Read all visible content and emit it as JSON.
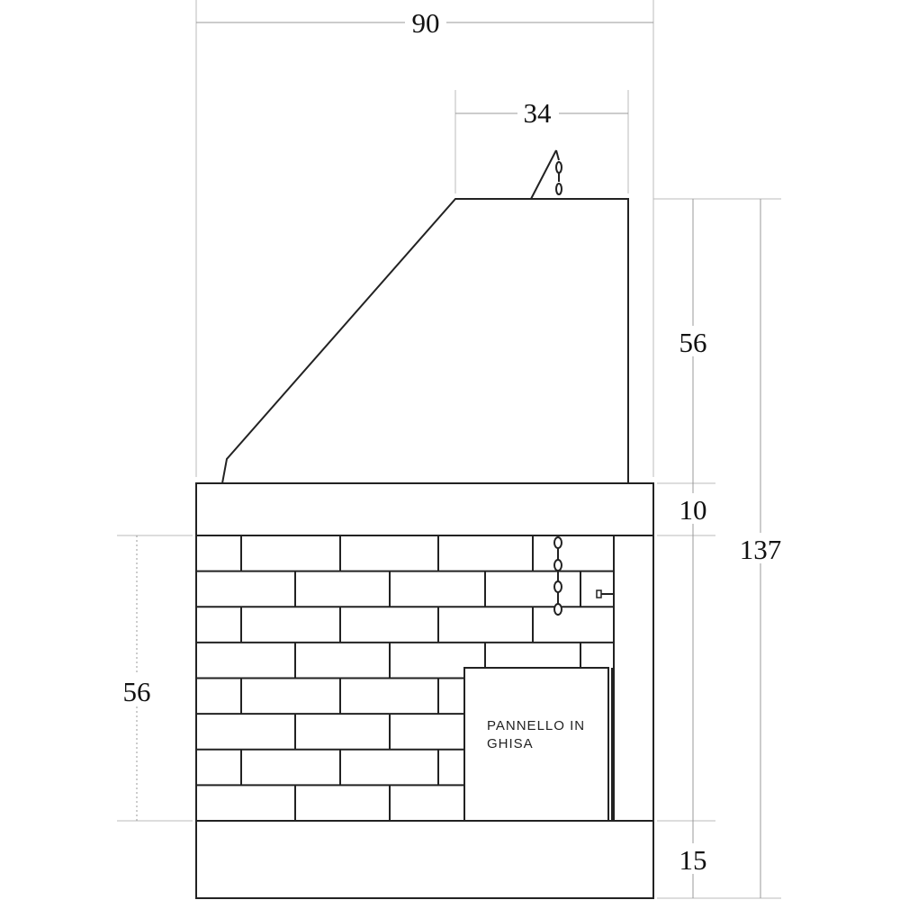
{
  "dimensions": {
    "total_width": "90",
    "hood_top_width": "34",
    "hood_height": "56",
    "mantel_height": "10",
    "total_height": "137",
    "firebox_height": "56",
    "base_height": "15"
  },
  "panel": {
    "line1": "PANNELLO IN",
    "line2": "GHISA"
  }
}
